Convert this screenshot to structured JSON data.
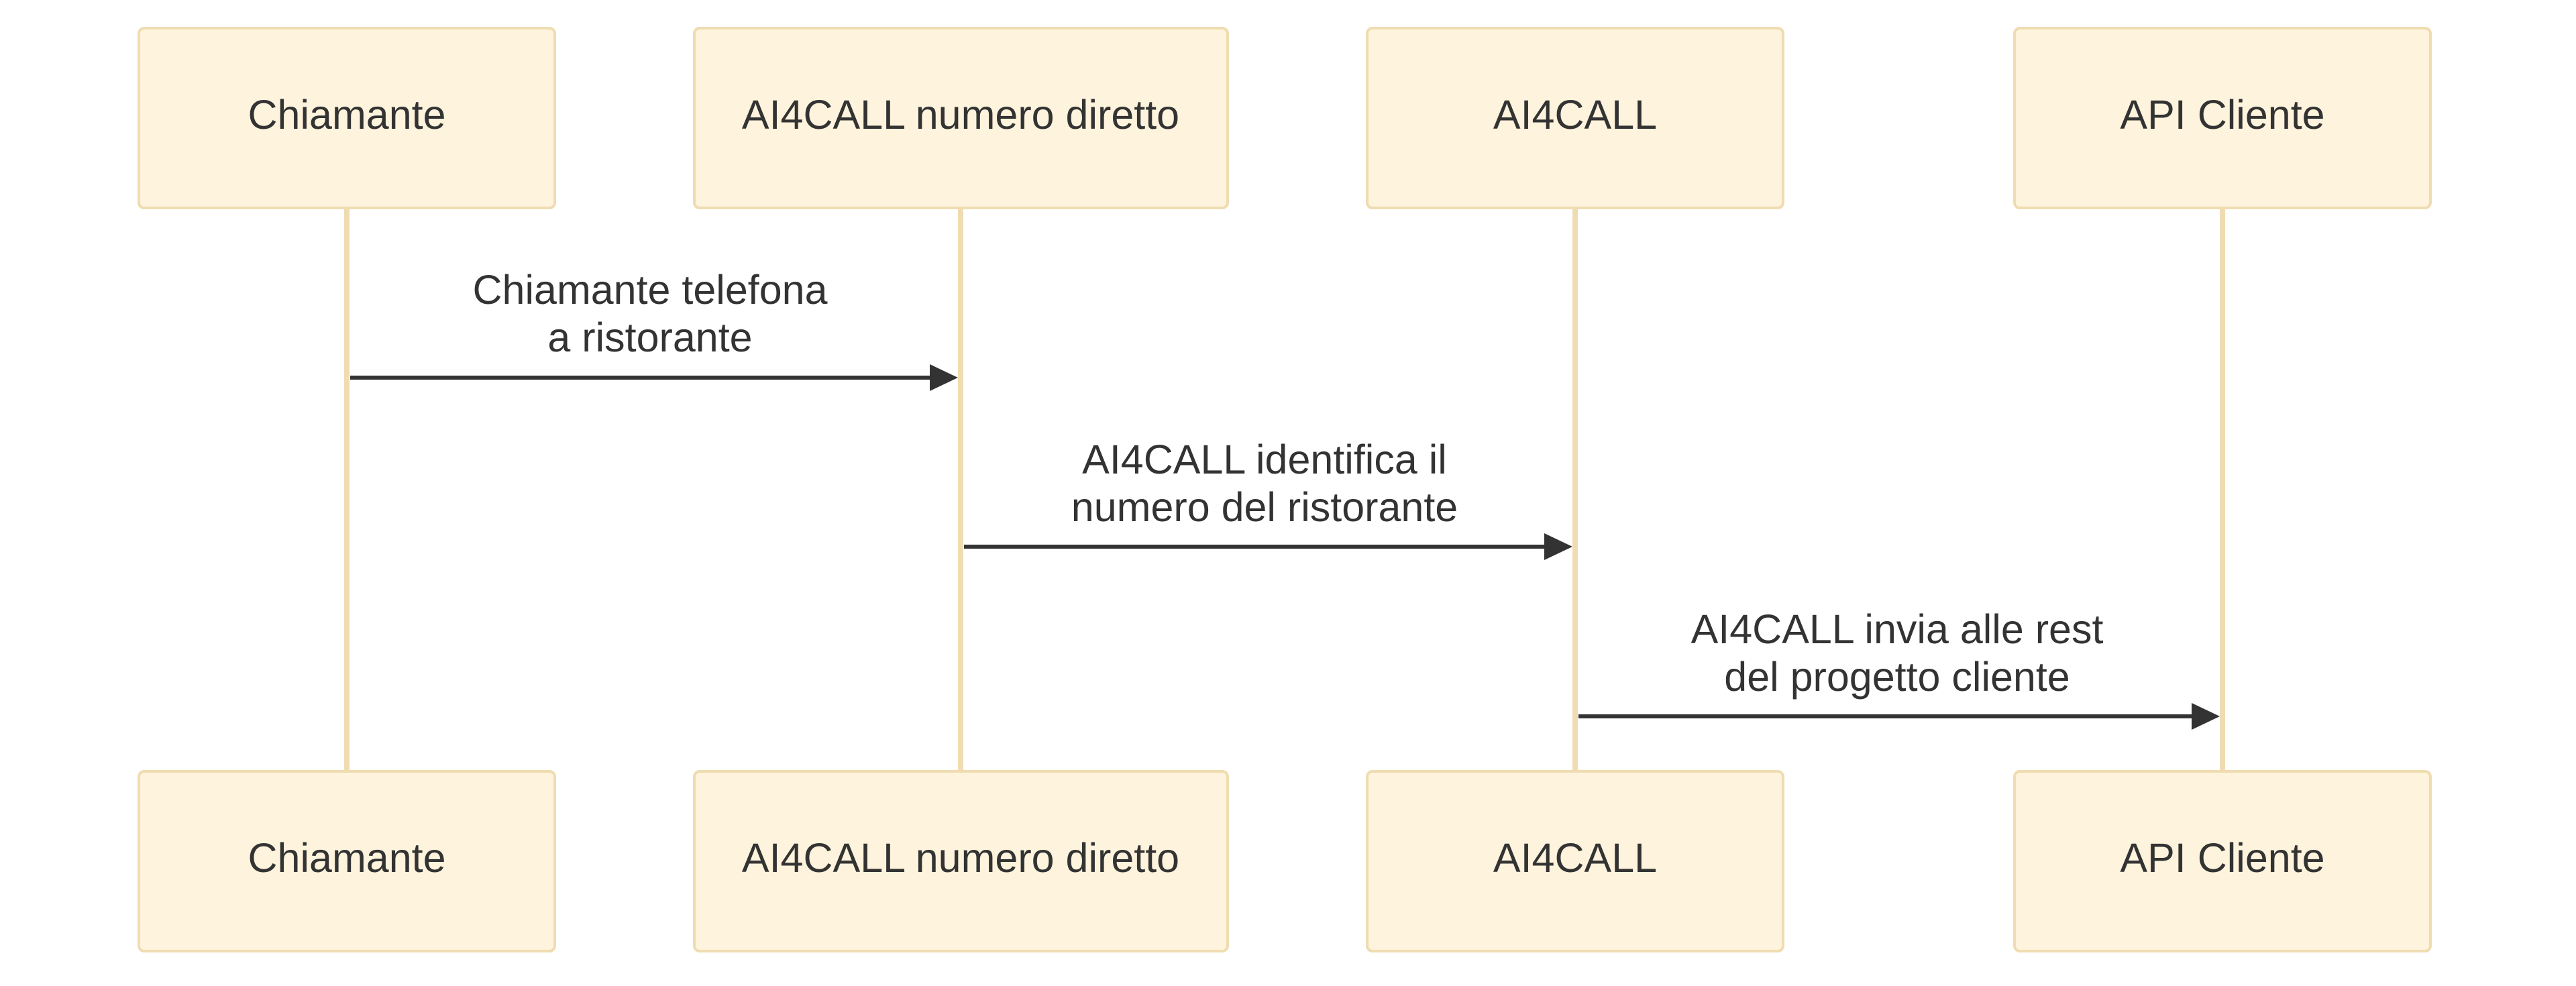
{
  "participants": [
    {
      "id": "chiamante",
      "label": "Chiamante"
    },
    {
      "id": "numero-diretto",
      "label": "AI4CALL numero diretto"
    },
    {
      "id": "ai4call",
      "label": "AI4CALL"
    },
    {
      "id": "api-cliente",
      "label": "API Cliente"
    }
  ],
  "messages": [
    {
      "from": "chiamante",
      "to": "numero-diretto",
      "lines": [
        "Chiamante telefona",
        "a ristorante"
      ]
    },
    {
      "from": "numero-diretto",
      "to": "ai4call",
      "lines": [
        "AI4CALL identifica il",
        "numero del ristorante"
      ]
    },
    {
      "from": "ai4call",
      "to": "api-cliente",
      "lines": [
        "AI4CALL invia alle rest",
        "del progetto cliente"
      ]
    }
  ],
  "colors": {
    "actor_fill": "#fef3dc",
    "actor_border": "#efdcb1",
    "lifeline": "#efdcb1",
    "arrow": "#333333",
    "text": "#333333"
  }
}
